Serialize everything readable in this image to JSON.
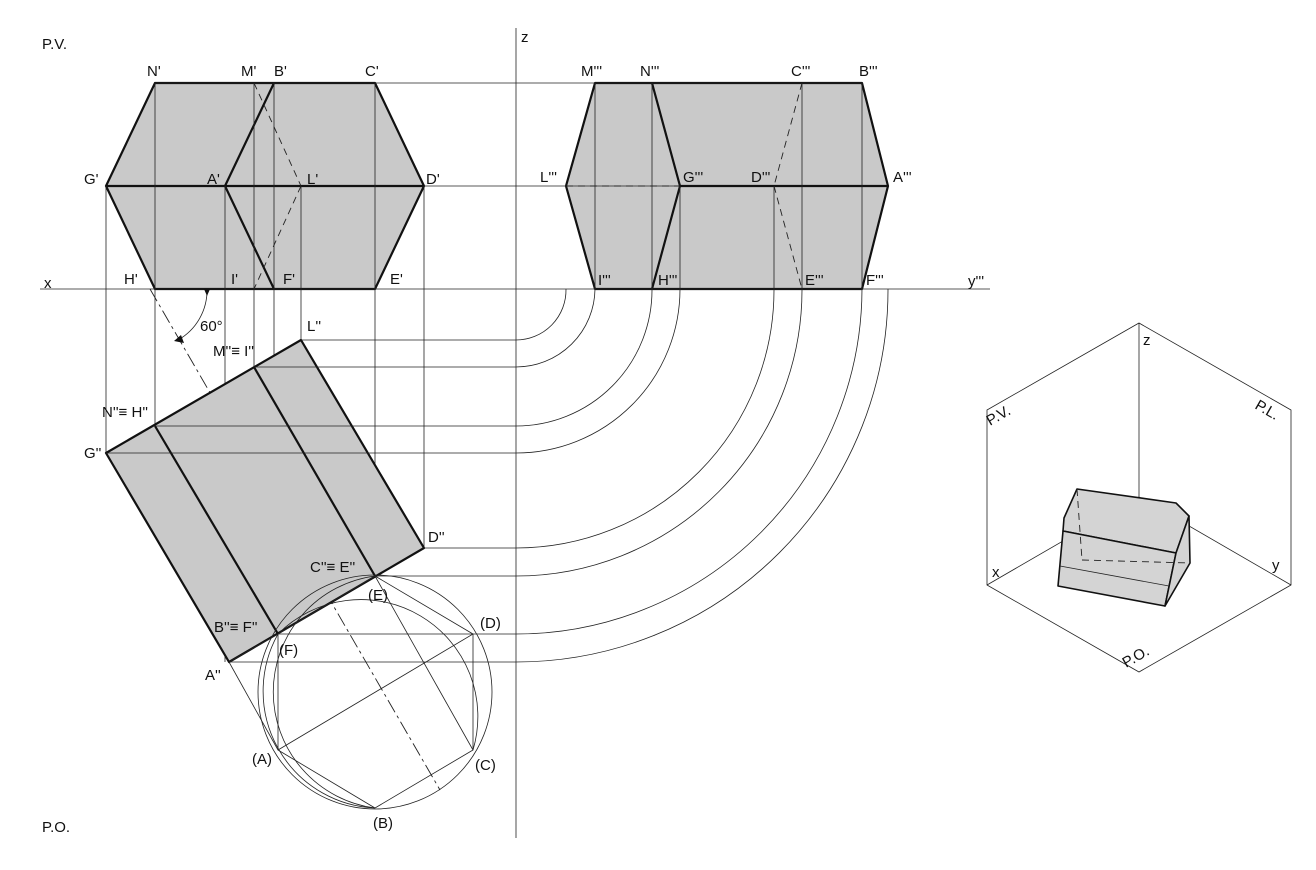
{
  "planes": {
    "pv": "P.V.",
    "po": "P.O.",
    "pl": "P.L."
  },
  "axes": {
    "x": "x",
    "z": "z",
    "y3": "y'''",
    "y": "y"
  },
  "angle": "60°",
  "front_view": {
    "N": "N'",
    "M": "M'",
    "B": "B'",
    "C": "C'",
    "G": "G'",
    "A": "A'",
    "L": "L'",
    "D": "D'",
    "H": "H'",
    "I": "I'",
    "F": "F'",
    "E": "E'"
  },
  "side_view": {
    "M": "M'''",
    "N": "N'''",
    "C": "C'''",
    "B": "B'''",
    "L": "L'''",
    "G": "G'''",
    "D": "D'''",
    "A": "A'''",
    "I": "I'''",
    "H": "H'''",
    "E": "E'''",
    "F": "F'''"
  },
  "top_view": {
    "L": "L''",
    "MI": "M''≡ I''",
    "NH": "N''≡ H''",
    "G": "G''",
    "D": "D''",
    "CE": "C''≡ E''",
    "BF": "B''≡ F''",
    "A": "A''"
  },
  "rabatted": {
    "E": "(E)",
    "D": "(D)",
    "F": "(F)",
    "A": "(A)",
    "C": "(C)",
    "B": "(B)"
  }
}
